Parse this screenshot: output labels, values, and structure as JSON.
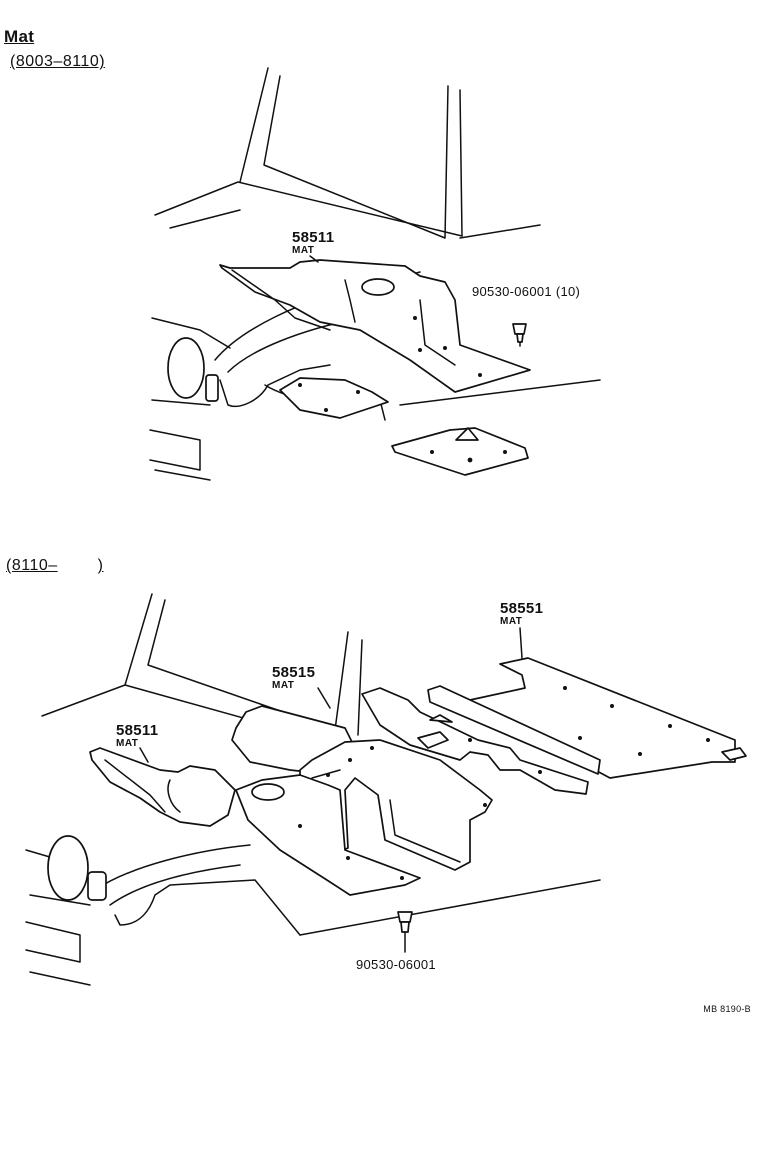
{
  "title": "Mat",
  "sections": [
    {
      "range": "(8003–8110)",
      "labels": [
        {
          "part_no": "58511",
          "name": "MAT"
        },
        {
          "part_no": "90530-06001 (10)",
          "name": ""
        }
      ]
    },
    {
      "range_start": "(8110–",
      "range_end": ")",
      "labels": [
        {
          "part_no": "58551",
          "name": "MAT"
        },
        {
          "part_no": "58515",
          "name": "MAT"
        },
        {
          "part_no": "58511",
          "name": "MAT"
        },
        {
          "part_no": "90530-06001",
          "name": ""
        }
      ]
    }
  ],
  "drawing_code": "MB 8190-B"
}
